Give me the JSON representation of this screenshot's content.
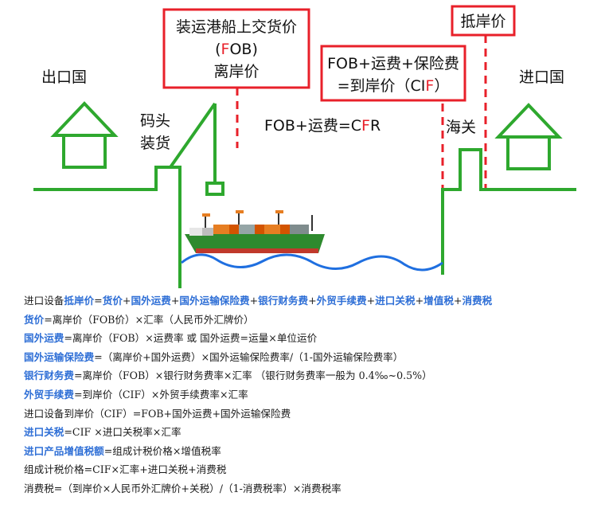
{
  "diagram": {
    "export_country": "出口国",
    "import_country": "进口国",
    "dock_loading_line1": "码头",
    "dock_loading_line2": "装货",
    "customs": "海关",
    "fob_box": {
      "line1": "装运港船上交货价",
      "line2_pre": "(",
      "line2_red": "F",
      "line2_post": "OB)",
      "line3": "离岸价"
    },
    "cif_box": {
      "line1": "FOB+运费+保险费",
      "line2_pre": "=到岸价（CI",
      "line2_red": "F",
      "line2_post": "）"
    },
    "landed_box": "抵岸价",
    "cfr": {
      "pre": "FOB+运费=C",
      "red": "F",
      "post": "R"
    },
    "colors": {
      "green": "#2ea82e",
      "red": "#e8202a",
      "blue": "#2f6fd6",
      "wave": "#1f6fe0"
    }
  },
  "formulas": [
    [
      {
        "t": "进口设备"
      },
      {
        "k": "抵岸价"
      },
      {
        "t": "="
      },
      {
        "k": "货价"
      },
      {
        "t": "+"
      },
      {
        "k": "国外运费"
      },
      {
        "t": "+"
      },
      {
        "k": "国外运输保险费"
      },
      {
        "t": "+"
      },
      {
        "k": "银行财务费"
      },
      {
        "t": "+"
      },
      {
        "k": "外贸手续费"
      },
      {
        "t": "+"
      },
      {
        "k": "进口关税"
      },
      {
        "t": "+"
      },
      {
        "k": "增值税"
      },
      {
        "t": "+"
      },
      {
        "k": "消费税"
      }
    ],
    [
      {
        "k": "货价"
      },
      {
        "t": "=离岸价（FOB价）×汇率（人民币外汇牌价）"
      }
    ],
    [
      {
        "k": "国外运费"
      },
      {
        "t": "=离岸价（FOB）×运费率    或    国外运费=运量×单位运价"
      }
    ],
    [
      {
        "k": "国外运输保险费"
      },
      {
        "t": "=（离岸价+国外运费）×国外运输保险费率/（1-国外运输保险费率）"
      }
    ],
    [
      {
        "k": "银行财务费"
      },
      {
        "t": "=离岸价（FOB）×银行财务费率×汇率      （银行财务费率一般为 0.4‰~0.5%）"
      }
    ],
    [
      {
        "k": "外贸手续费"
      },
      {
        "t": "=到岸价（CIF）×外贸手续费率×汇率"
      }
    ],
    [
      {
        "t": "进口设备到岸价（CIF）=FOB+国外运费+国外运输保险费"
      }
    ],
    [
      {
        "k": "进口关税"
      },
      {
        "t": "=CIF ×进口关税率×汇率"
      }
    ],
    [
      {
        "k": "进口产品增值税额"
      },
      {
        "t": "=组成计税价格×增值税率"
      }
    ],
    [
      {
        "t": "组成计税价格=CIF×汇率+进口关税+消费税"
      }
    ],
    [
      {
        "t": "消费税=（到岸价×人民币外汇牌价+关税）/（1-消费税率）×消费税率"
      }
    ]
  ]
}
